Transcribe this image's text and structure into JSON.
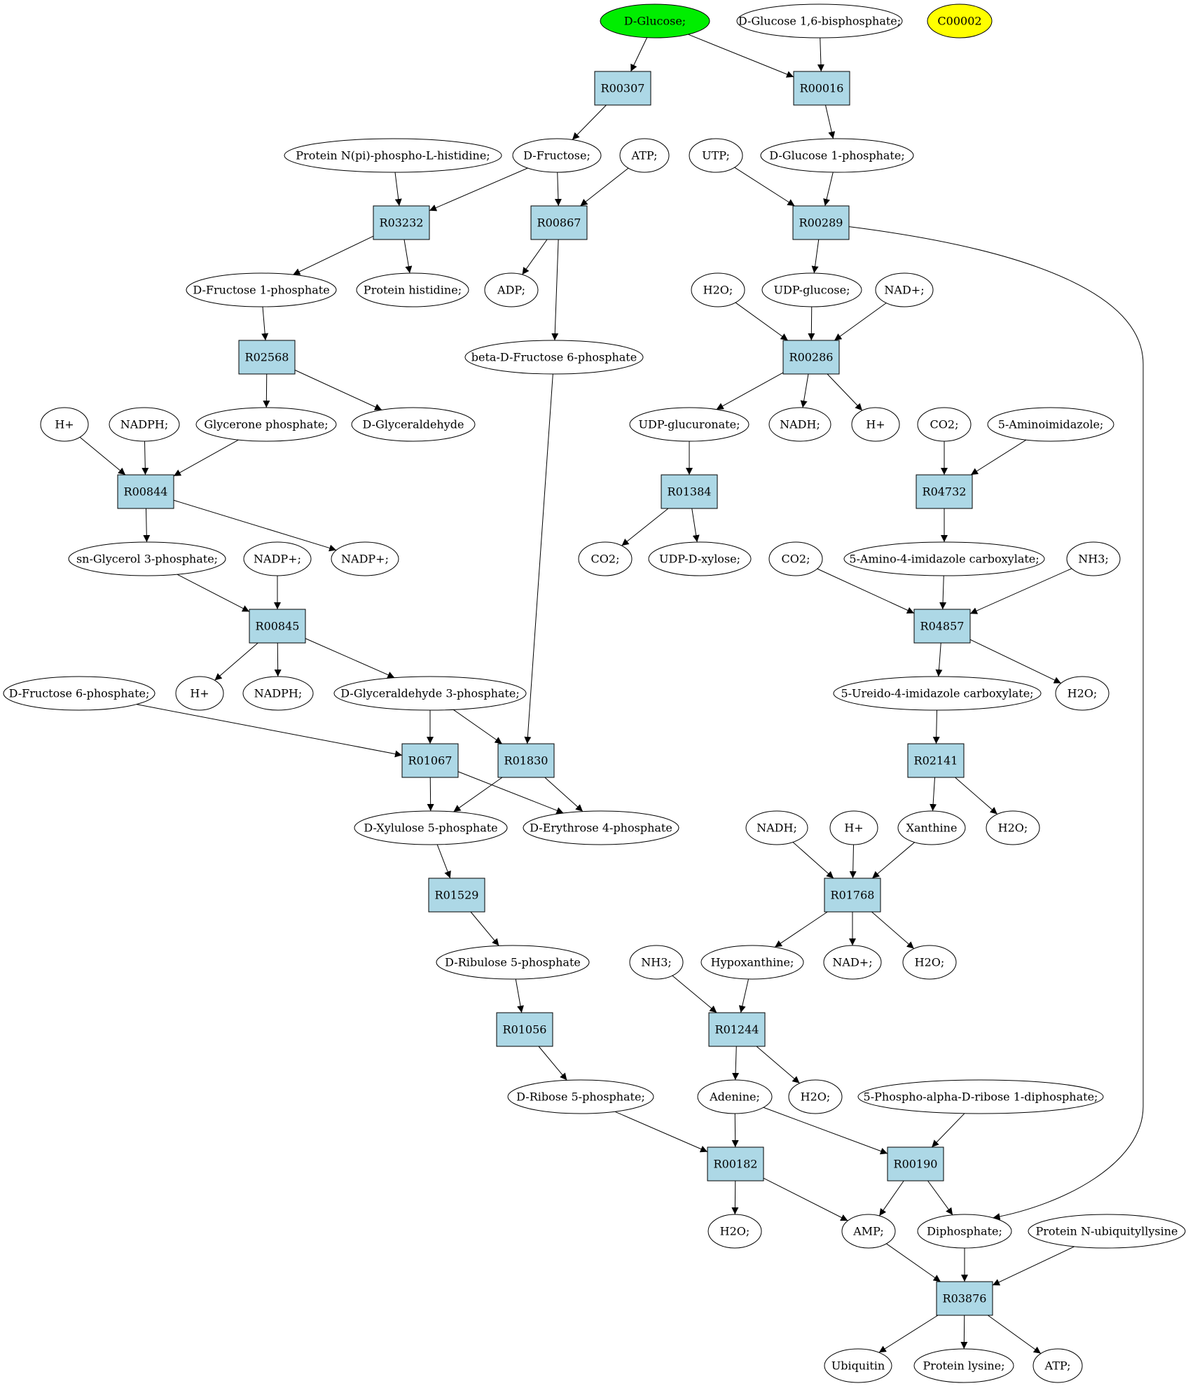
{
  "colors": {
    "reaction_fill": "#add8e6",
    "compound_fill": "#ffffff",
    "start_fill": "#00ee00",
    "highlight_fill": "#ffff00",
    "stroke": "#000000"
  },
  "nodes": [
    {
      "id": "dglucose",
      "label": "D-Glucose;",
      "kind": "start"
    },
    {
      "id": "dg16bp",
      "label": "D-Glucose 1,6-bisphosphate;",
      "kind": "compound"
    },
    {
      "id": "c00002",
      "label": "C00002",
      "kind": "highlight"
    },
    {
      "id": "r00307",
      "label": "R00307",
      "kind": "reaction"
    },
    {
      "id": "r00016",
      "label": "R00016",
      "kind": "reaction"
    },
    {
      "id": "protnpi",
      "label": "Protein N(pi)-phospho-L-histidine;",
      "kind": "compound"
    },
    {
      "id": "dfructose",
      "label": "D-Fructose;",
      "kind": "compound"
    },
    {
      "id": "atp1",
      "label": "ATP;",
      "kind": "compound"
    },
    {
      "id": "utp",
      "label": "UTP;",
      "kind": "compound"
    },
    {
      "id": "dg1p",
      "label": "D-Glucose 1-phosphate;",
      "kind": "compound"
    },
    {
      "id": "r03232",
      "label": "R03232",
      "kind": "reaction"
    },
    {
      "id": "r00867",
      "label": "R00867",
      "kind": "reaction"
    },
    {
      "id": "r00289",
      "label": "R00289",
      "kind": "reaction"
    },
    {
      "id": "df1p",
      "label": "D-Fructose 1-phosphate",
      "kind": "compound"
    },
    {
      "id": "prothis",
      "label": "Protein histidine;",
      "kind": "compound"
    },
    {
      "id": "adp",
      "label": "ADP;",
      "kind": "compound"
    },
    {
      "id": "h2o1",
      "label": "H2O;",
      "kind": "compound"
    },
    {
      "id": "udpglc",
      "label": "UDP-glucose;",
      "kind": "compound"
    },
    {
      "id": "nadp1",
      "label": "NAD+;",
      "kind": "compound"
    },
    {
      "id": "r02568",
      "label": "R02568",
      "kind": "reaction"
    },
    {
      "id": "bdf6p",
      "label": "beta-D-Fructose 6-phosphate",
      "kind": "compound"
    },
    {
      "id": "r00286",
      "label": "R00286",
      "kind": "reaction"
    },
    {
      "id": "hplus1",
      "label": "H+",
      "kind": "compound"
    },
    {
      "id": "nadph1",
      "label": "NADPH;",
      "kind": "compound"
    },
    {
      "id": "glycp",
      "label": "Glycerone phosphate;",
      "kind": "compound"
    },
    {
      "id": "dglyald",
      "label": "D-Glyceraldehyde",
      "kind": "compound"
    },
    {
      "id": "udpgluc",
      "label": "UDP-glucuronate;",
      "kind": "compound"
    },
    {
      "id": "nadh1",
      "label": "NADH;",
      "kind": "compound"
    },
    {
      "id": "hplus2",
      "label": "H+",
      "kind": "compound"
    },
    {
      "id": "co2a",
      "label": "CO2;",
      "kind": "compound"
    },
    {
      "id": "aminoimid",
      "label": "5-Aminoimidazole;",
      "kind": "compound"
    },
    {
      "id": "r00844",
      "label": "R00844",
      "kind": "reaction"
    },
    {
      "id": "r01384",
      "label": "R01384",
      "kind": "reaction"
    },
    {
      "id": "r04732",
      "label": "R04732",
      "kind": "reaction"
    },
    {
      "id": "snglyc3p",
      "label": "sn-Glycerol 3-phosphate;",
      "kind": "compound"
    },
    {
      "id": "nadpp1",
      "label": "NADP+;",
      "kind": "compound"
    },
    {
      "id": "nadpp2",
      "label": "NADP+;",
      "kind": "compound"
    },
    {
      "id": "co2b",
      "label": "CO2;",
      "kind": "compound"
    },
    {
      "id": "udpxyl",
      "label": "UDP-D-xylose;",
      "kind": "compound"
    },
    {
      "id": "co2c",
      "label": "CO2;",
      "kind": "compound"
    },
    {
      "id": "aicarb",
      "label": "5-Amino-4-imidazole carboxylate;",
      "kind": "compound"
    },
    {
      "id": "nh3a",
      "label": "NH3;",
      "kind": "compound"
    },
    {
      "id": "r00845",
      "label": "R00845",
      "kind": "reaction"
    },
    {
      "id": "r04857",
      "label": "R04857",
      "kind": "reaction"
    },
    {
      "id": "df6p",
      "label": "D-Fructose 6-phosphate;",
      "kind": "compound"
    },
    {
      "id": "hplus3",
      "label": "H+",
      "kind": "compound"
    },
    {
      "id": "nadph2",
      "label": "NADPH;",
      "kind": "compound"
    },
    {
      "id": "dga3p",
      "label": "D-Glyceraldehyde 3-phosphate;",
      "kind": "compound"
    },
    {
      "id": "uicarb",
      "label": "5-Ureido-4-imidazole carboxylate;",
      "kind": "compound"
    },
    {
      "id": "h2o2",
      "label": "H2O;",
      "kind": "compound"
    },
    {
      "id": "r01067",
      "label": "R01067",
      "kind": "reaction"
    },
    {
      "id": "r01830",
      "label": "R01830",
      "kind": "reaction"
    },
    {
      "id": "r02141",
      "label": "R02141",
      "kind": "reaction"
    },
    {
      "id": "dx5p",
      "label": "D-Xylulose 5-phosphate",
      "kind": "compound"
    },
    {
      "id": "de4p",
      "label": "D-Erythrose 4-phosphate",
      "kind": "compound"
    },
    {
      "id": "nadh2",
      "label": "NADH;",
      "kind": "compound"
    },
    {
      "id": "hplus4",
      "label": "H+",
      "kind": "compound"
    },
    {
      "id": "xanthine",
      "label": "Xanthine",
      "kind": "compound"
    },
    {
      "id": "h2o3",
      "label": "H2O;",
      "kind": "compound"
    },
    {
      "id": "r01529",
      "label": "R01529",
      "kind": "reaction"
    },
    {
      "id": "r01768",
      "label": "R01768",
      "kind": "reaction"
    },
    {
      "id": "dru5p",
      "label": "D-Ribulose 5-phosphate",
      "kind": "compound"
    },
    {
      "id": "nh3b",
      "label": "NH3;",
      "kind": "compound"
    },
    {
      "id": "hypox",
      "label": "Hypoxanthine;",
      "kind": "compound"
    },
    {
      "id": "nadp2",
      "label": "NAD+;",
      "kind": "compound"
    },
    {
      "id": "h2o4",
      "label": "H2O;",
      "kind": "compound"
    },
    {
      "id": "r01056",
      "label": "R01056",
      "kind": "reaction"
    },
    {
      "id": "r01244",
      "label": "R01244",
      "kind": "reaction"
    },
    {
      "id": "dr5p",
      "label": "D-Ribose 5-phosphate;",
      "kind": "compound"
    },
    {
      "id": "adenine",
      "label": "Adenine;",
      "kind": "compound"
    },
    {
      "id": "h2o5",
      "label": "H2O;",
      "kind": "compound"
    },
    {
      "id": "prpp",
      "label": "5-Phospho-alpha-D-ribose 1-diphosphate;",
      "kind": "compound"
    },
    {
      "id": "r00182",
      "label": "R00182",
      "kind": "reaction"
    },
    {
      "id": "r00190",
      "label": "R00190",
      "kind": "reaction"
    },
    {
      "id": "h2o6",
      "label": "H2O;",
      "kind": "compound"
    },
    {
      "id": "amp",
      "label": "AMP;",
      "kind": "compound"
    },
    {
      "id": "diphos",
      "label": "Diphosphate;",
      "kind": "compound"
    },
    {
      "id": "protubq",
      "label": "Protein N-ubiquityllysine",
      "kind": "compound"
    },
    {
      "id": "r03876",
      "label": "R03876",
      "kind": "reaction"
    },
    {
      "id": "ubiq",
      "label": "Ubiquitin",
      "kind": "compound"
    },
    {
      "id": "protlys",
      "label": "Protein lysine;",
      "kind": "compound"
    },
    {
      "id": "atp2",
      "label": "ATP;",
      "kind": "compound"
    }
  ],
  "edges": [
    [
      "dglucose",
      "r00307"
    ],
    [
      "dglucose",
      "r00016"
    ],
    [
      "dg16bp",
      "r00016"
    ],
    [
      "r00307",
      "dfructose"
    ],
    [
      "r00016",
      "dg1p"
    ],
    [
      "protnpi",
      "r03232"
    ],
    [
      "dfructose",
      "r03232"
    ],
    [
      "dfructose",
      "r00867"
    ],
    [
      "atp1",
      "r00867"
    ],
    [
      "utp",
      "r00289"
    ],
    [
      "dg1p",
      "r00289"
    ],
    [
      "r03232",
      "df1p"
    ],
    [
      "r03232",
      "prothis"
    ],
    [
      "r00867",
      "adp"
    ],
    [
      "r00867",
      "bdf6p"
    ],
    [
      "r00289",
      "udpglc"
    ],
    [
      "r00289",
      "diphos"
    ],
    [
      "df1p",
      "r02568"
    ],
    [
      "h2o1",
      "r00286"
    ],
    [
      "udpglc",
      "r00286"
    ],
    [
      "nadp1",
      "r00286"
    ],
    [
      "r02568",
      "glycp"
    ],
    [
      "r02568",
      "dglyald"
    ],
    [
      "r00286",
      "udpgluc"
    ],
    [
      "r00286",
      "nadh1"
    ],
    [
      "r00286",
      "hplus2"
    ],
    [
      "co2a",
      "r04732"
    ],
    [
      "aminoimid",
      "r04732"
    ],
    [
      "hplus1",
      "r00844"
    ],
    [
      "nadph1",
      "r00844"
    ],
    [
      "glycp",
      "r00844"
    ],
    [
      "udpgluc",
      "r01384"
    ],
    [
      "r01384",
      "co2b"
    ],
    [
      "r01384",
      "udpxyl"
    ],
    [
      "r04732",
      "aicarb"
    ],
    [
      "r00844",
      "snglyc3p"
    ],
    [
      "r00844",
      "nadpp2"
    ],
    [
      "snglyc3p",
      "r00845"
    ],
    [
      "nadpp1",
      "r00845"
    ],
    [
      "co2c",
      "r04857"
    ],
    [
      "aicarb",
      "r04857"
    ],
    [
      "nh3a",
      "r04857"
    ],
    [
      "r00845",
      "hplus3"
    ],
    [
      "r00845",
      "nadph2"
    ],
    [
      "r00845",
      "dga3p"
    ],
    [
      "r04857",
      "uicarb"
    ],
    [
      "r04857",
      "h2o2"
    ],
    [
      "df6p",
      "r01067"
    ],
    [
      "dga3p",
      "r01067"
    ],
    [
      "dga3p",
      "r01830"
    ],
    [
      "bdf6p",
      "r01830"
    ],
    [
      "uicarb",
      "r02141"
    ],
    [
      "r01067",
      "dx5p"
    ],
    [
      "r01067",
      "de4p"
    ],
    [
      "r01830",
      "dx5p"
    ],
    [
      "r01830",
      "de4p"
    ],
    [
      "r02141",
      "xanthine"
    ],
    [
      "r02141",
      "h2o3"
    ],
    [
      "dx5p",
      "r01529"
    ],
    [
      "nadh2",
      "r01768"
    ],
    [
      "hplus4",
      "r01768"
    ],
    [
      "xanthine",
      "r01768"
    ],
    [
      "r01529",
      "dru5p"
    ],
    [
      "r01768",
      "hypox"
    ],
    [
      "r01768",
      "nadp2"
    ],
    [
      "r01768",
      "h2o4"
    ],
    [
      "dru5p",
      "r01056"
    ],
    [
      "nh3b",
      "r01244"
    ],
    [
      "hypox",
      "r01244"
    ],
    [
      "r01056",
      "dr5p"
    ],
    [
      "r01244",
      "adenine"
    ],
    [
      "r01244",
      "h2o5"
    ],
    [
      "dr5p",
      "r00182"
    ],
    [
      "adenine",
      "r00182"
    ],
    [
      "adenine",
      "r00190"
    ],
    [
      "prpp",
      "r00190"
    ],
    [
      "r00182",
      "h2o6"
    ],
    [
      "r00182",
      "amp"
    ],
    [
      "r00190",
      "amp"
    ],
    [
      "r00190",
      "diphos"
    ],
    [
      "amp",
      "r03876"
    ],
    [
      "diphos",
      "r03876"
    ],
    [
      "protubq",
      "r03876"
    ],
    [
      "r03876",
      "ubiq"
    ],
    [
      "r03876",
      "protlys"
    ],
    [
      "r03876",
      "atp2"
    ]
  ]
}
